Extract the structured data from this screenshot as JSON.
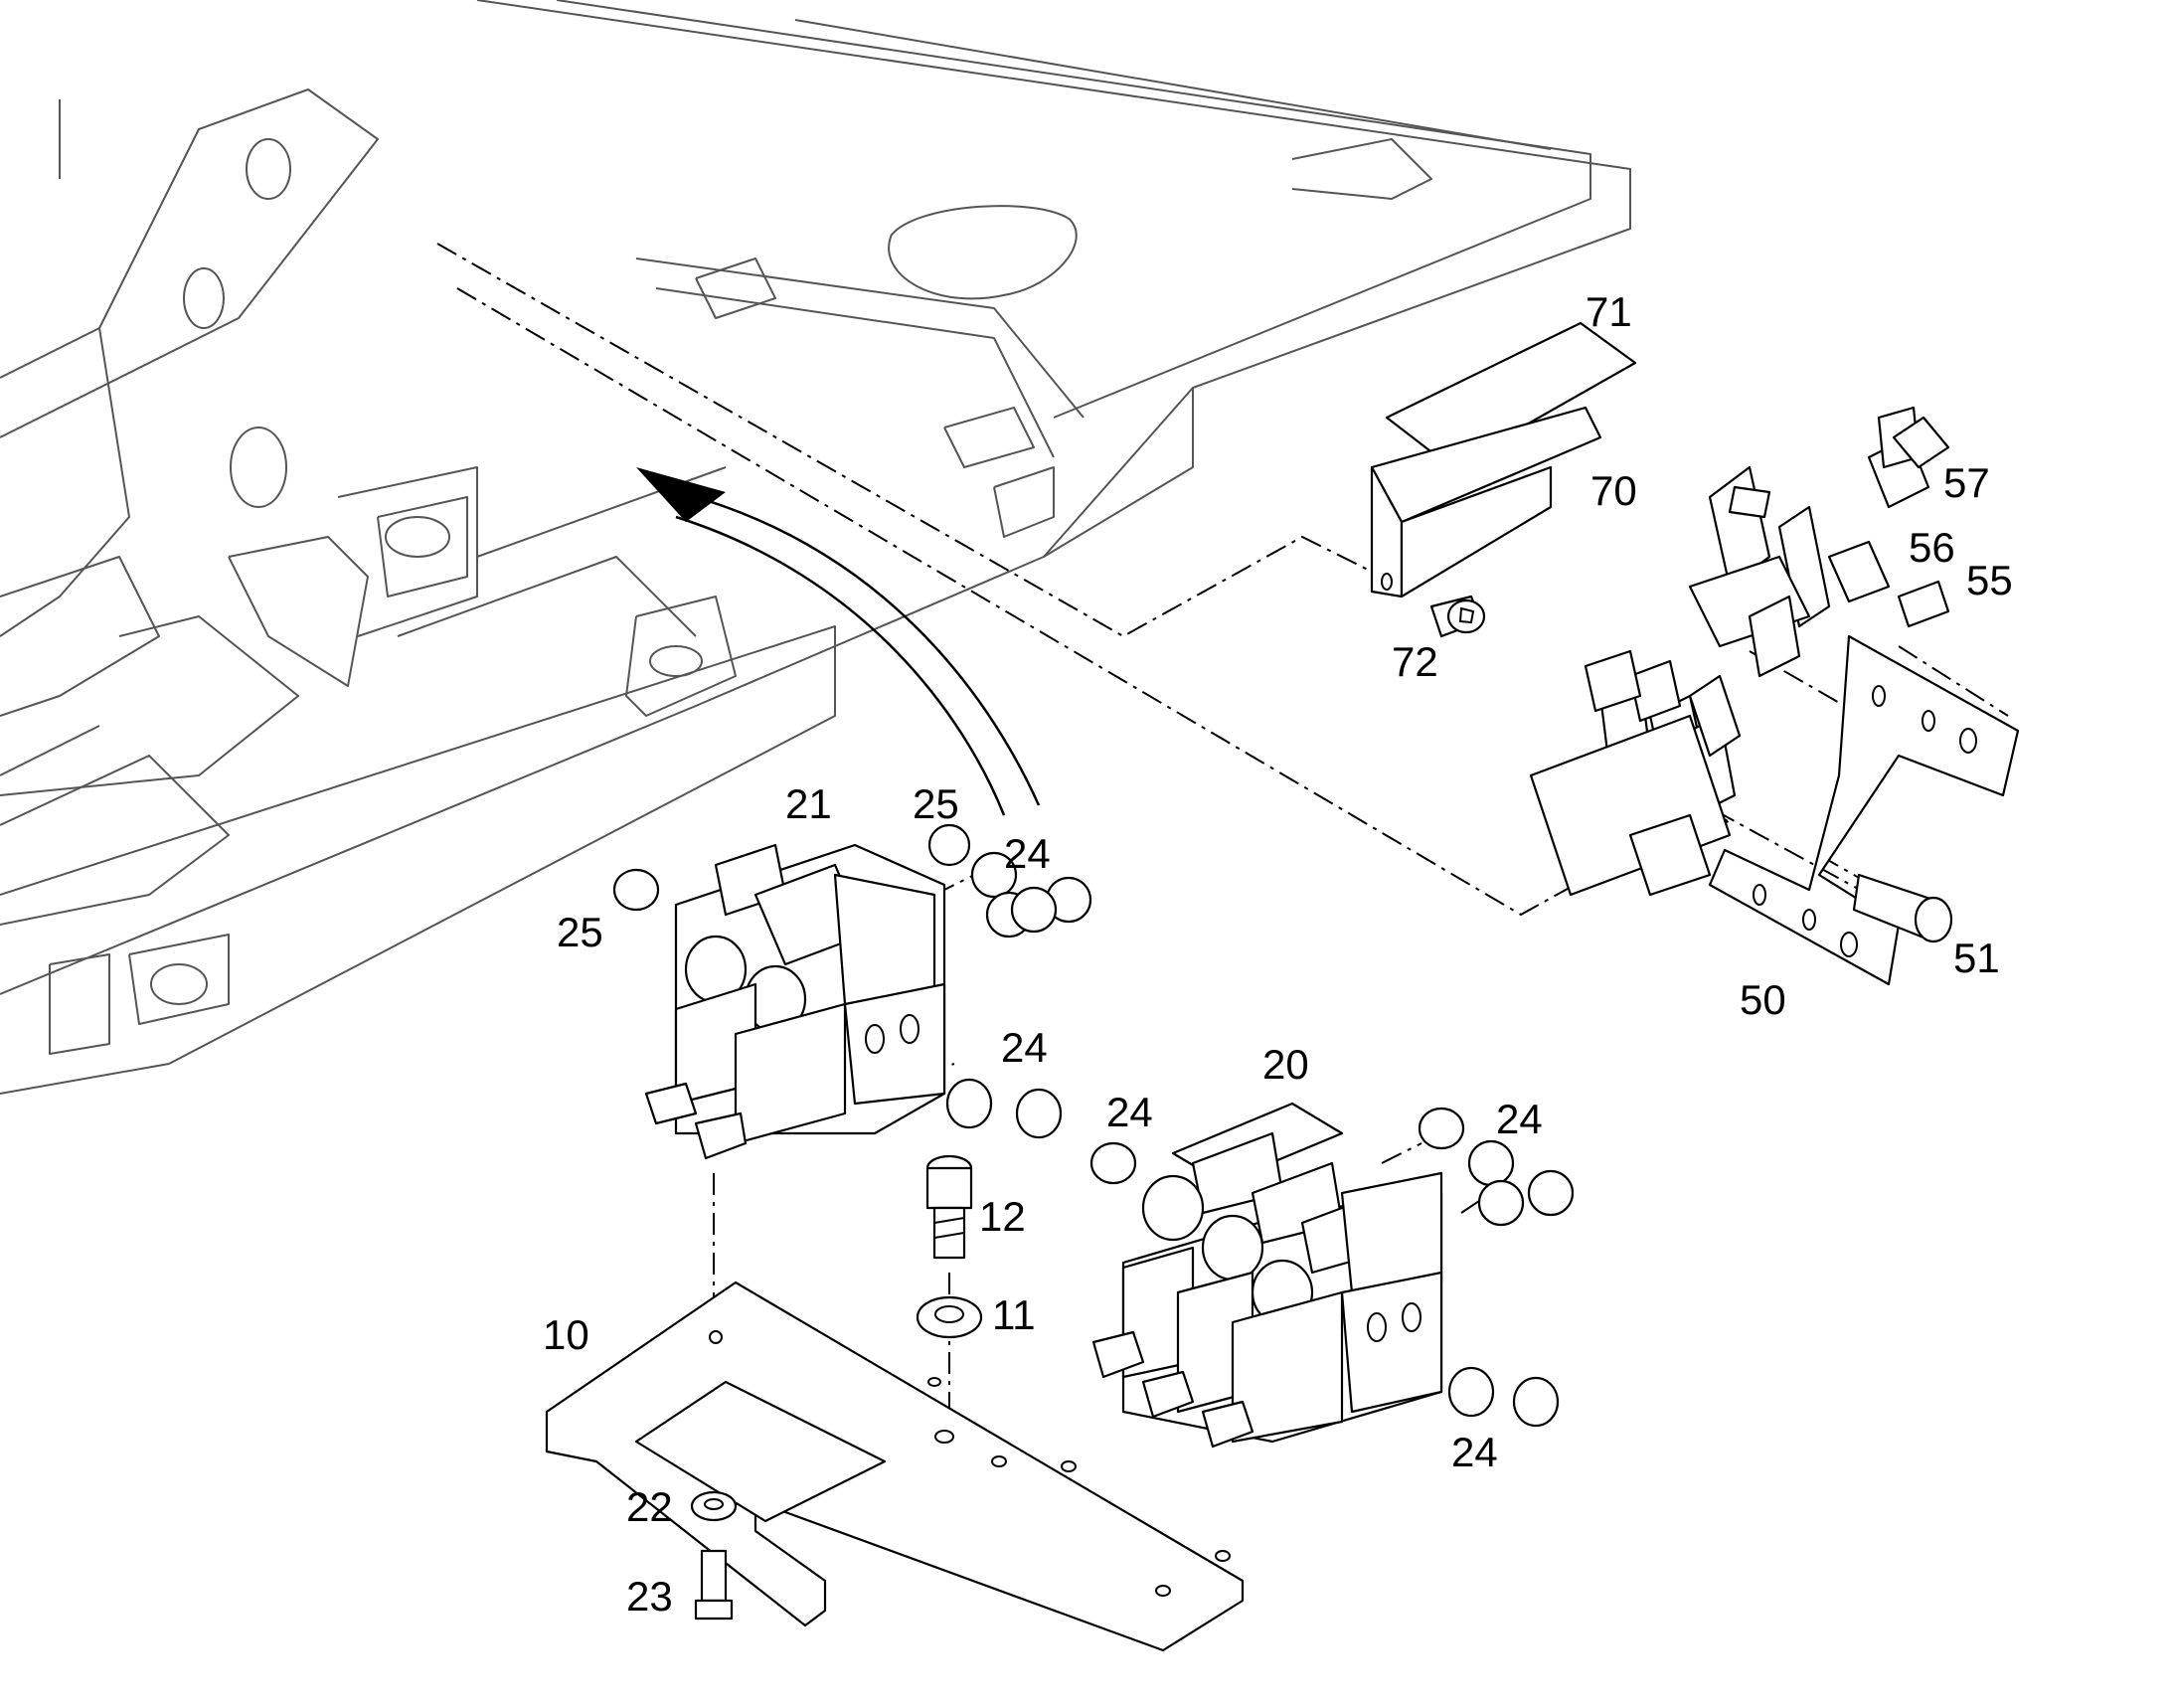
{
  "callouts": {
    "c10": "10",
    "c11": "11",
    "c12": "12",
    "c20": "20",
    "c21": "21",
    "c22": "22",
    "c23": "23",
    "c24a": "24",
    "c24b": "24",
    "c24c": "24",
    "c24d": "24",
    "c24e": "24",
    "c25a": "25",
    "c25b": "25",
    "c50": "50",
    "c51": "51",
    "c55": "55",
    "c56": "56",
    "c57": "57",
    "c70": "70",
    "c71": "71",
    "c72": "72"
  }
}
